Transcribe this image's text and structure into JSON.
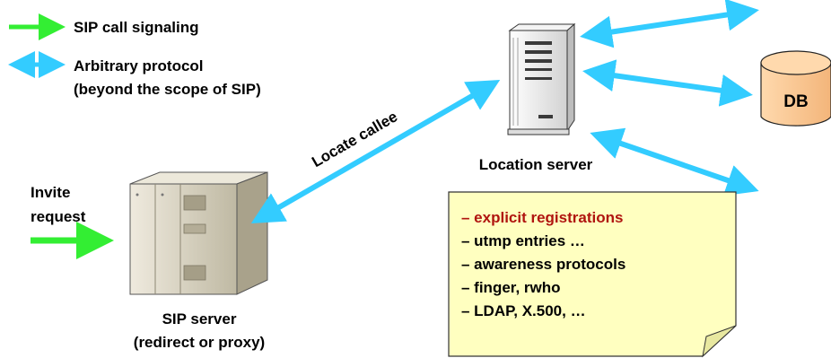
{
  "legend": {
    "sip_signaling": "SIP call signaling",
    "arbitrary_line1": "Arbitrary protocol",
    "arbitrary_line2": "(beyond the scope of SIP)"
  },
  "invite": {
    "line1": "Invite",
    "line2": "request"
  },
  "locate_label": "Locate callee",
  "location_server_label": "Location server",
  "sip_server": {
    "line1": "SIP server",
    "line2": "(redirect or proxy)"
  },
  "db_label": "DB",
  "note_items": [
    "– explicit registrations",
    "– utmp entries …",
    "– awareness protocols",
    "– finger, rwho",
    "– LDAP, X.500, …"
  ],
  "colors": {
    "sip_arrow": "#33ee33",
    "arbitrary_arrow": "#33ccff",
    "note_fill": "#ffffc0",
    "db_fill": "#ffcc99",
    "highlight_text": "#b0140f",
    "server_body": "#d8d4c2"
  }
}
